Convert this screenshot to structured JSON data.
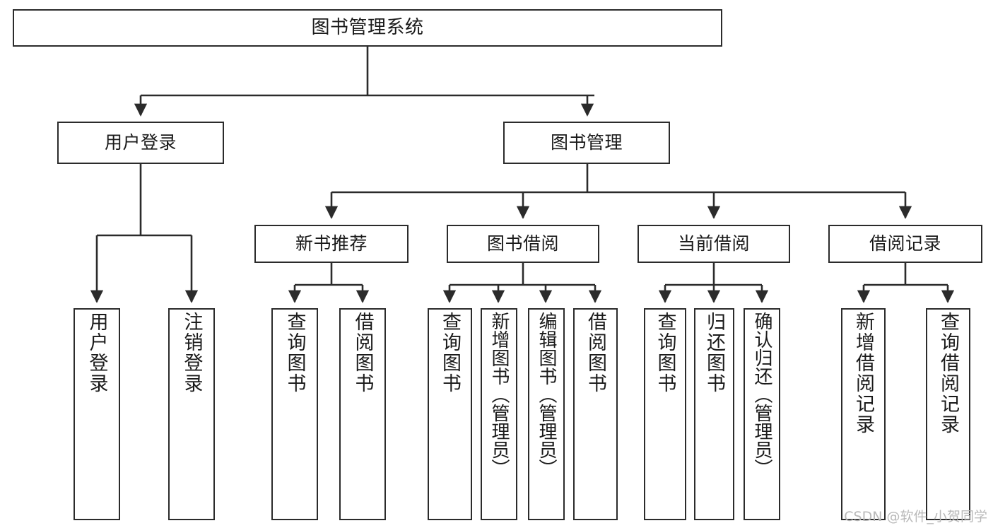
{
  "diagram": {
    "title": "图书管理系统",
    "type": "hierarchy-tree",
    "colors": {
      "stroke": "#2b2b2b",
      "fill": "#ffffff",
      "text": "#1a1a1a",
      "watermark": "#b9b9b9",
      "background": "#ffffff"
    },
    "root": {
      "label": "图书管理系统"
    },
    "level2": [
      {
        "label": "用户登录"
      },
      {
        "label": "图书管理"
      }
    ],
    "level3": [
      {
        "label": "新书推荐"
      },
      {
        "label": "图书借阅"
      },
      {
        "label": "当前借阅"
      },
      {
        "label": "借阅记录"
      }
    ],
    "leaves": {
      "user_login": [
        {
          "label": "用户登录"
        },
        {
          "label": "注销登录"
        }
      ],
      "new_book_recommend": [
        {
          "label": "查询图书"
        },
        {
          "label": "借阅图书"
        }
      ],
      "book_borrow": [
        {
          "label": "查询图书"
        },
        {
          "label": "新增图书（管理员）"
        },
        {
          "label": "编辑图书（管理员）"
        },
        {
          "label": "借阅图书"
        }
      ],
      "current_borrow": [
        {
          "label": "查询图书"
        },
        {
          "label": "归还图书"
        },
        {
          "label": "确认归还（管理员）"
        }
      ],
      "borrow_record": [
        {
          "label": "新增借阅记录"
        },
        {
          "label": "查询借阅记录"
        }
      ]
    }
  },
  "watermark": {
    "text": "CSDN @软件_小贺同学"
  }
}
